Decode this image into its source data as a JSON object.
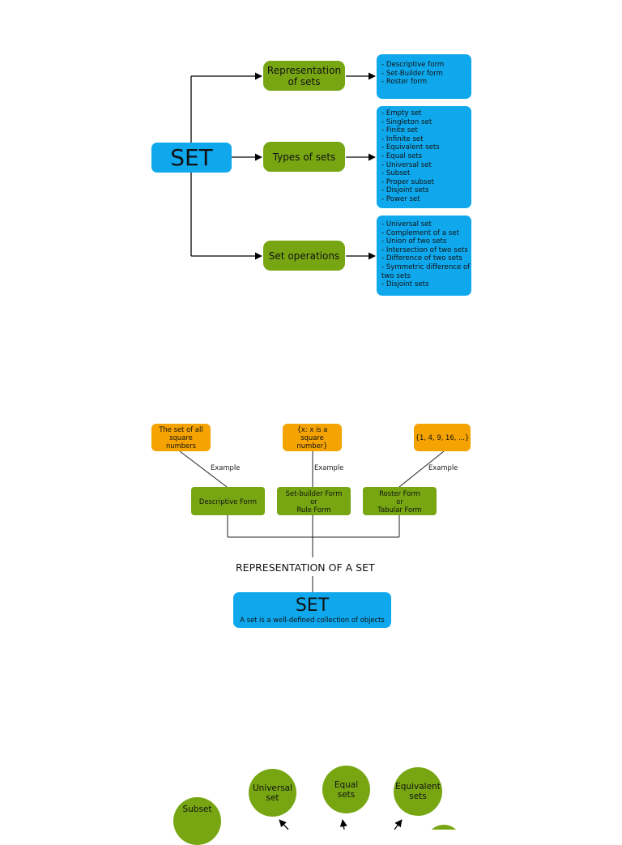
{
  "diagram1": {
    "root": "SET",
    "categories": [
      {
        "label": "Representation of sets",
        "items": [
          "- Descriptive form",
          "- Set-Builder form",
          "- Roster form"
        ]
      },
      {
        "label": "Types of sets",
        "items": [
          "- Empty set",
          "- Singleton set",
          "- Finite set",
          "- Infinite set",
          "- Equivalent sets",
          "- Equal sets",
          "- Universal set",
          "- Subset",
          "- Proper subset",
          "- Disjoint sets",
          "- Power set"
        ]
      },
      {
        "label": "Set operations",
        "items": [
          "- Universal set",
          "- Complement of a set",
          "- Union of two sets",
          "- Intersection of two sets",
          "- Difference of two sets",
          "- Symmetric difference of",
          "   two sets",
          "- Disjoint sets"
        ]
      }
    ]
  },
  "diagram2": {
    "examples": [
      "The set of all square numbers",
      "{x: x is a square number}",
      "{1, 4, 9, 16, ...}"
    ],
    "example_label": "Example",
    "forms": [
      {
        "line1": "Descriptive Form",
        "line2": "",
        "line3": ""
      },
      {
        "line1": "Set-builder Form",
        "line2": "or",
        "line3": "Rule Form"
      },
      {
        "line1": "Roster Form",
        "line2": "or",
        "line3": "Tabular Form"
      }
    ],
    "title": "REPRESENTATION OF A SET",
    "set_title": "SET",
    "set_definition": "A set is a well-defined collection of objects"
  },
  "diagram3": {
    "nodes": [
      {
        "line1": "Universal",
        "line2": "set"
      },
      {
        "line1": "Equal",
        "line2": "sets"
      },
      {
        "line1": "Equivalent",
        "line2": "sets"
      },
      {
        "line1": "Subset",
        "line2": ""
      }
    ]
  },
  "colors": {
    "blue": "#0fa8ec",
    "green": "#77a612",
    "orange": "#f5a302"
  }
}
